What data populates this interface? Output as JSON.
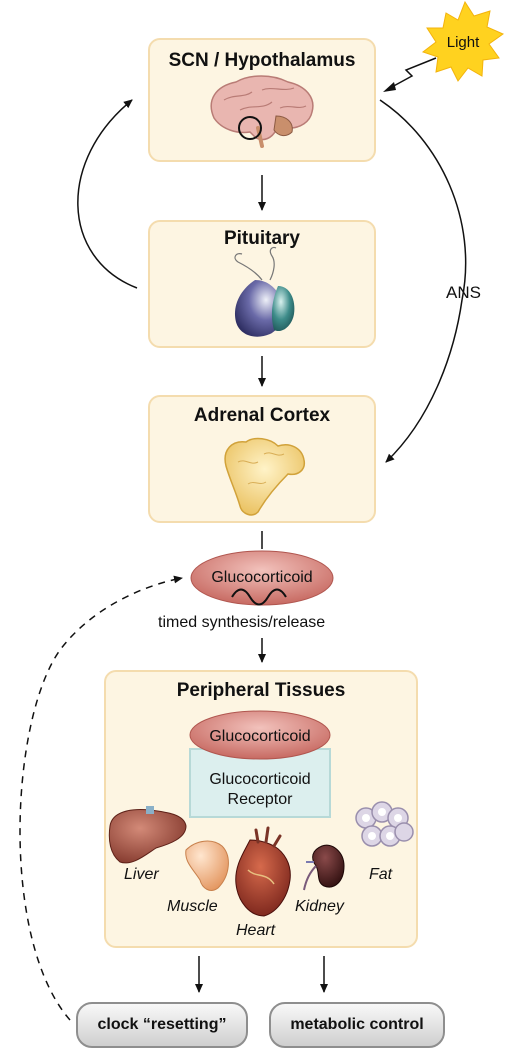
{
  "light": {
    "label": "Light"
  },
  "boxes": {
    "scn": {
      "title": "SCN / Hypothalamus"
    },
    "pituitary": {
      "title": "Pituitary"
    },
    "adrenal": {
      "title": "Adrenal Cortex"
    },
    "peripheral": {
      "title": "Peripheral Tissues"
    }
  },
  "ans_label": "ANS",
  "hormone": {
    "name": "Glucocorticoid",
    "release_caption": "timed synthesis/release"
  },
  "peripheral": {
    "hormone_name": "Glucocorticoid",
    "receptor_line1": "Glucocorticoid",
    "receptor_line2": "Receptor",
    "organs": {
      "liver": "Liver",
      "muscle": "Muscle",
      "heart": "Heart",
      "kidney": "Kidney",
      "fat": "Fat"
    }
  },
  "outputs": {
    "clock": "clock “resetting”",
    "metabolic": "metabolic control"
  },
  "colors": {
    "box_fill": "#fdf5e2",
    "box_border": "#f4dcae",
    "hormone_fill": "#d98a83",
    "receptor_fill": "#dcefee",
    "light_fill": "#ffd21f"
  }
}
